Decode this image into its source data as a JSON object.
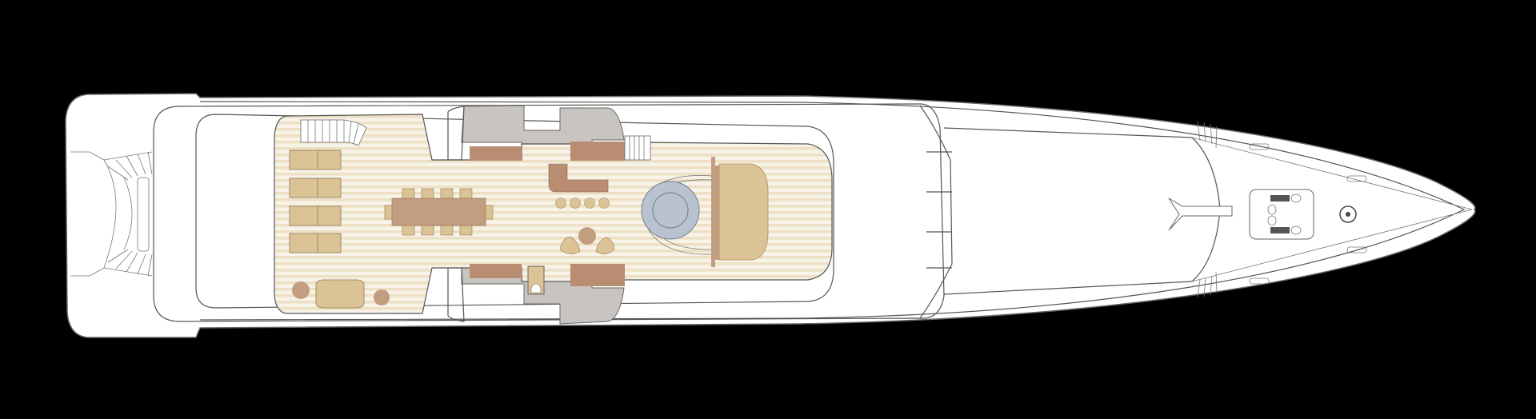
{
  "diagram": {
    "type": "yacht-deck-plan",
    "view": "top",
    "orientation": "bow-right",
    "colors": {
      "background": "#000000",
      "hull": "#ffffff",
      "outline": "#555555",
      "teak_light": "#f8f3e8",
      "teak_stripe": "#ede0c4",
      "upholstery": "#dcc395",
      "wood_furniture": "#c39d80",
      "counter": "#b98d71",
      "service_gray": "#c8c5c1",
      "jacuzzi_water": "#b9c3d0"
    },
    "zones": [
      "stern-stairs",
      "aft-sun-deck",
      "sunbeds",
      "dining-table",
      "bar",
      "jacuzzi",
      "sunpad",
      "service-areas",
      "foredeck",
      "mast",
      "anchor-windlass",
      "capstan"
    ]
  }
}
